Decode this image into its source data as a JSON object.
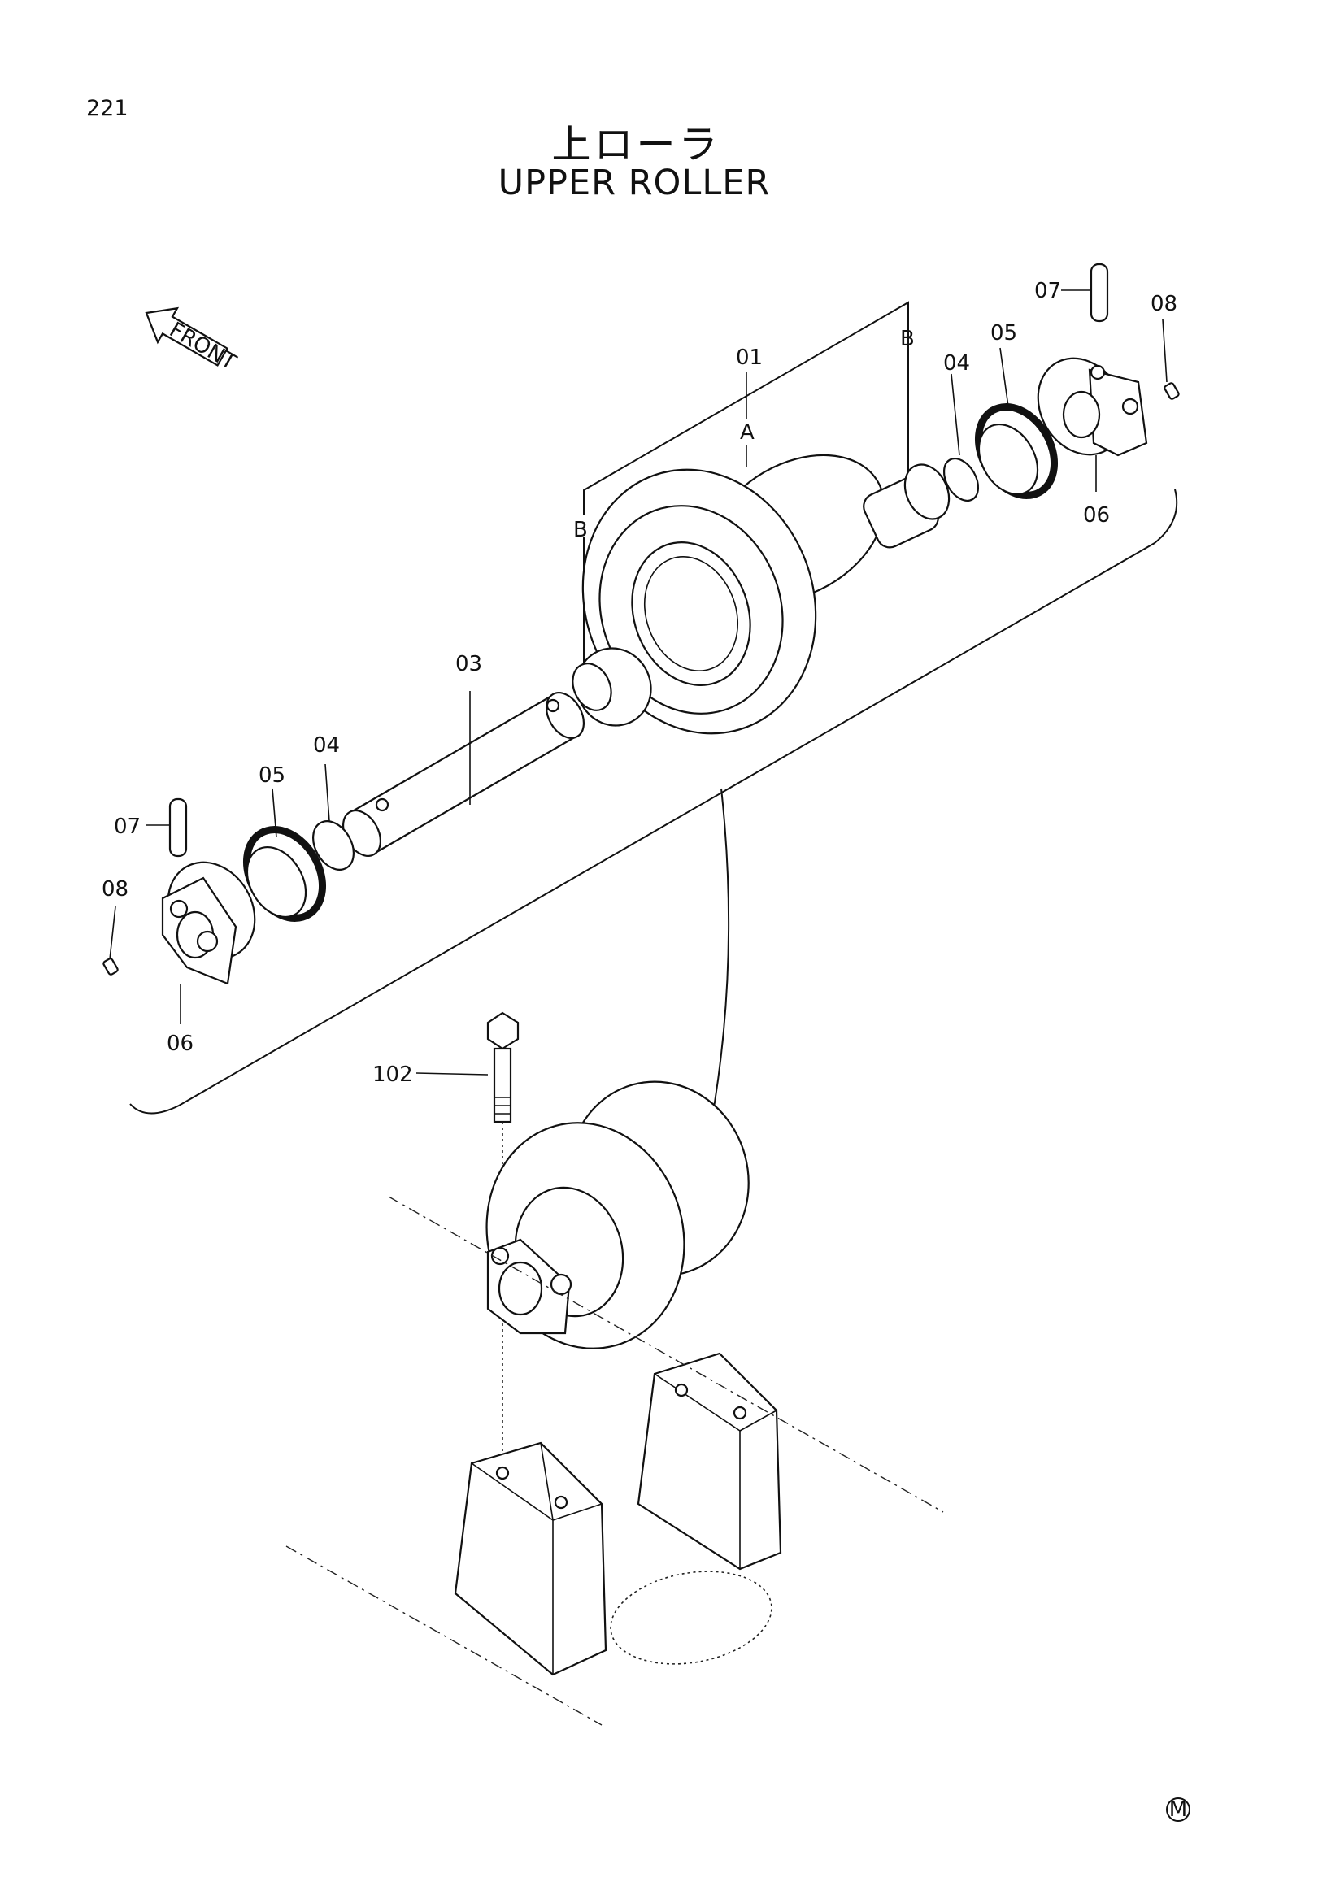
{
  "page": {
    "number": "221"
  },
  "title": {
    "japanese": "上ローラ",
    "english": "UPPER ROLLER"
  },
  "front_marker": {
    "text": "FRONT",
    "icon": "front-arrow-icon"
  },
  "callouts": {
    "c01": "01",
    "cA": "A",
    "cB_top": "B",
    "cB_left": "B",
    "c03": "03",
    "c04_left": "04",
    "c04_right": "04",
    "c05_left": "05",
    "c05_right": "05",
    "c06_left": "06",
    "c06_right": "06",
    "c07_left": "07",
    "c07_right": "07",
    "c08_left": "08",
    "c08_right": "08",
    "c102": "102"
  },
  "footer_mark": "M"
}
